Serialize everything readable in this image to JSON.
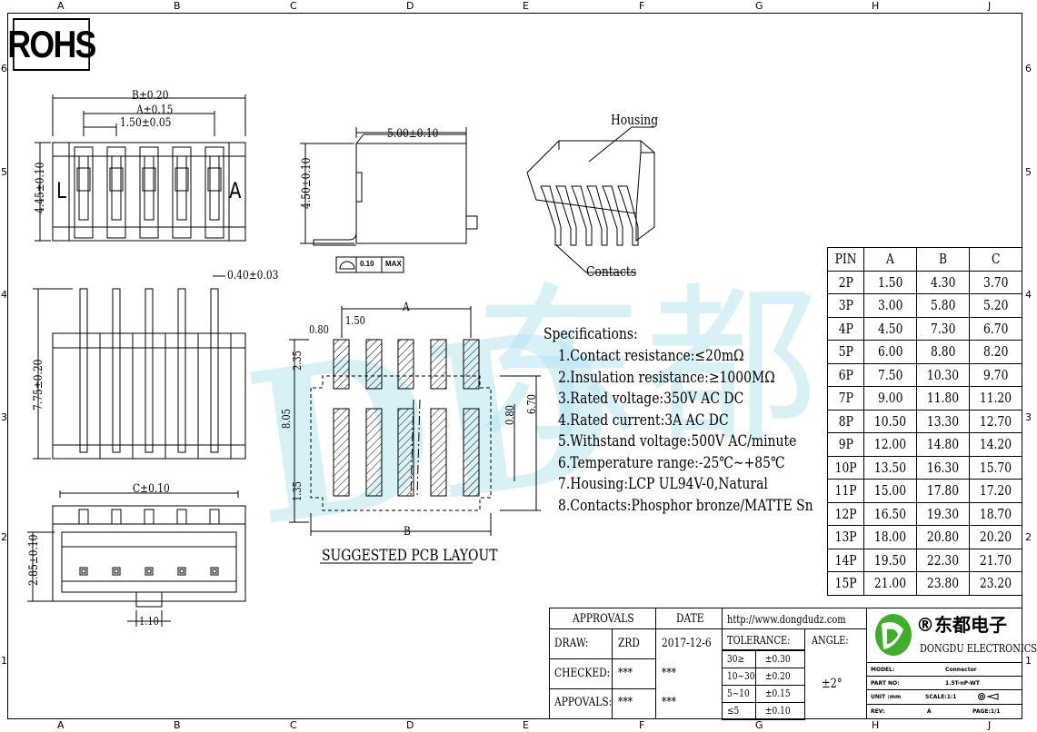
{
  "zones_top": [
    "A",
    "B",
    "C",
    "D",
    "E",
    "F",
    "G",
    "H",
    "J"
  ],
  "zones_side": [
    "6",
    "5",
    "4",
    "3",
    "2",
    "1"
  ],
  "rohs": "ROHS",
  "watermark": {
    "logo": "DD",
    "chars": "东都"
  },
  "dims": {
    "b": "B±0.20",
    "a": "A±0.15",
    "pitch": "1.50±0.05",
    "height_top": "4.45±0.10",
    "width_side": "5.00±0.10",
    "height_side": "4.50±0.10",
    "flatness": "0.10",
    "flatness_max": "MAX",
    "pin_w": "0.40±0.03",
    "height_front": "7.75±0.20",
    "c": "C±0.10",
    "height_bottom": "2.85±0.10",
    "bottom_w": "1.10"
  },
  "labels": {
    "housing": "Housing",
    "contacts": "Contacts",
    "side_l": "L",
    "side_a": "A"
  },
  "pcb": {
    "a": "A",
    "b": "B",
    "d080": "0.80",
    "d150": "1.50",
    "d235": "2.35",
    "d805": "8.05",
    "d135": "1.35",
    "d080r": "0.80",
    "d670": "6.70",
    "caption": "SUGGESTED PCB LAYOUT"
  },
  "specs": {
    "title": "Specifications:",
    "items": [
      "1.Contact resistance:≤20mΩ",
      "2.Insulation resistance:≥1000MΩ",
      "3.Rated voltage:350V AC DC",
      "4.Rated current:3A AC DC",
      "5.Withstand voltage:500V AC/minute",
      "6.Temperature range:-25℃~+85℃",
      "7.Housing:LCP UL94V-0,Natural",
      "8.Contacts:Phosphor bronze/MATTE Sn"
    ]
  },
  "pin_table": {
    "headers": [
      "PIN",
      "A",
      "B",
      "C"
    ],
    "rows": [
      [
        "2P",
        "1.50",
        "4.30",
        "3.70"
      ],
      [
        "3P",
        "3.00",
        "5.80",
        "5.20"
      ],
      [
        "4P",
        "4.50",
        "7.30",
        "6.70"
      ],
      [
        "5P",
        "6.00",
        "8.80",
        "8.20"
      ],
      [
        "6P",
        "7.50",
        "10.30",
        "9.70"
      ],
      [
        "7P",
        "9.00",
        "11.80",
        "11.20"
      ],
      [
        "8P",
        "10.50",
        "13.30",
        "12.70"
      ],
      [
        "9P",
        "12.00",
        "14.80",
        "14.20"
      ],
      [
        "10P",
        "13.50",
        "16.30",
        "15.70"
      ],
      [
        "11P",
        "15.00",
        "17.80",
        "17.20"
      ],
      [
        "12P",
        "16.50",
        "19.30",
        "18.70"
      ],
      [
        "13P",
        "18.00",
        "20.80",
        "20.20"
      ],
      [
        "14P",
        "19.50",
        "22.30",
        "21.70"
      ],
      [
        "15P",
        "21.00",
        "23.80",
        "23.20"
      ]
    ]
  },
  "title_block": {
    "approvals": "APPROVALS",
    "date": "DATE",
    "draw": "DRAW:",
    "draw_by": "ZRD",
    "draw_date": "2017-12-6",
    "checked": "CHECKED:",
    "checked_by": "***",
    "checked_date": "***",
    "appovals": "APPOVALS:",
    "appovals_by": "***",
    "appovals_date": "***",
    "url": "http://www.dongdudz.com",
    "tolerance": "TOLERANCE:",
    "angle": "ANGLE:",
    "angle_val": "±2°",
    "tol_rows": [
      [
        "30≥",
        "±0.30"
      ],
      [
        "10~30",
        "±0.20"
      ],
      [
        "5~10",
        "±0.15"
      ],
      [
        "≤5",
        "±0.10"
      ]
    ],
    "company_cn": "®东都电子",
    "company_en": "DONGDU ELECTRONICS",
    "model_label": "MODEL:",
    "model_val": "Connector",
    "part_label": "PART NO:",
    "part_val": "1.5T-nP-WT",
    "unit_label": "UNIT :mm",
    "scale_label": "SCALE:1:1",
    "rev_label": "REV:",
    "rev_val": "A",
    "page_label": "PAGE:1/1"
  },
  "colors": {
    "ink": "#000000",
    "watermark": "#b9e6f2",
    "logo_green": "#3fae2a"
  }
}
